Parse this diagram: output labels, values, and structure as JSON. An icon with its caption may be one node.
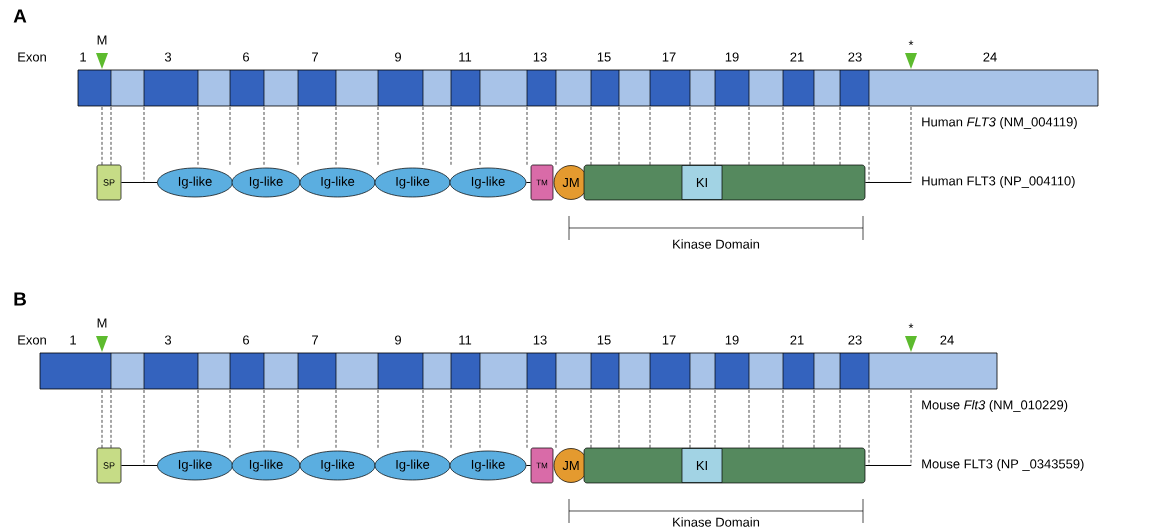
{
  "diagram": {
    "nodes": [
      {
        "text": [
          "SP"
        ]
      },
      {
        "text": [
          "Ig-like"
        ]
      },
      {
        "text": [
          "Ig-like"
        ]
      },
      {
        "text": [
          "Ig-like"
        ]
      },
      {
        "text": [
          "Ig-like"
        ]
      },
      {
        "text": [
          "Ig-like"
        ]
      },
      {
        "text": [
          "TM"
        ]
      },
      {
        "text": [
          "JM"
        ]
      },
      {
        "text": [],
        "shape": "cylinder"
      },
      {
        "text": [
          "KI"
        ],
        "in": 8
      },
      {
        "text": [
          "SP"
        ]
      },
      {
        "text": [
          "Ig-like"
        ]
      },
      {
        "text": [
          "Ig-like"
        ]
      },
      {
        "text": [
          "Ig-like"
        ]
      },
      {
        "text": [
          "Ig-like"
        ]
      },
      {
        "text": [
          "Ig-like"
        ]
      },
      {
        "text": [
          "TM"
        ]
      },
      {
        "text": [
          "JM"
        ]
      },
      {
        "text": [],
        "shape": "cylinder"
      },
      {
        "text": [
          "KI"
        ],
        "in": 18
      }
    ],
    "edges": [
      {
        "from": 0,
        "to": 1,
        "arrow": "none"
      },
      {
        "from": 5,
        "to": 6,
        "arrow": "none"
      },
      {
        "from": 8,
        "to": null,
        "arrow": "none"
      },
      {
        "from": 10,
        "to": 11,
        "arrow": "none"
      },
      {
        "from": 15,
        "to": 16,
        "arrow": "none"
      },
      {
        "from": 18,
        "to": null,
        "arrow": "none"
      }
    ],
    "labels": [
      "A",
      "M",
      "*",
      "Exon",
      "1",
      "3",
      "6",
      "7",
      "9",
      "11",
      "13",
      "15",
      "17",
      "19",
      "21",
      "23",
      "24",
      "Human *FLT3* (NM_004119)",
      "Human FLT3 (NP_004110)",
      "Kinase Domain",
      "B",
      "M",
      "*",
      "Exon",
      "1",
      "3",
      "6",
      "7",
      "9",
      "11",
      "13",
      "15",
      "17",
      "19",
      "21",
      "23",
      "24",
      "Mouse *Flt3* (NM_010229)",
      "Mouse FLT3 (NP _0343559)",
      "Kinase Domain"
    ]
  }
}
